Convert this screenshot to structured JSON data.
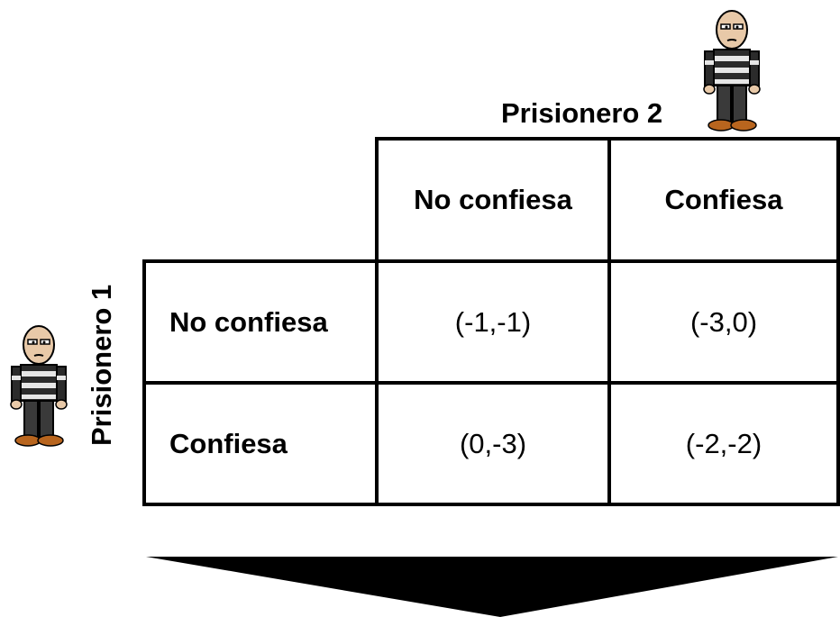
{
  "players": {
    "player1": "Prisionero 1",
    "player2": "Prisionero 2"
  },
  "columns": [
    "No confiesa",
    "Confiesa"
  ],
  "rows": [
    {
      "label": "No confiesa",
      "payoffs": [
        "(-1,-1)",
        "(-3,0)"
      ]
    },
    {
      "label": "Confiesa",
      "payoffs": [
        "(0,-3)",
        "(-2,-2)"
      ]
    }
  ],
  "icons": {
    "player1_icon": "prisoner-icon",
    "player2_icon": "prisoner-icon",
    "arrow": "down-arrow-icon"
  },
  "colors": {
    "grid": "#000000",
    "stripe_dark": "#2b2b2b",
    "stripe_light": "#e6e6e6",
    "skin": "#e8c9a8",
    "shoes": "#b8651e"
  }
}
